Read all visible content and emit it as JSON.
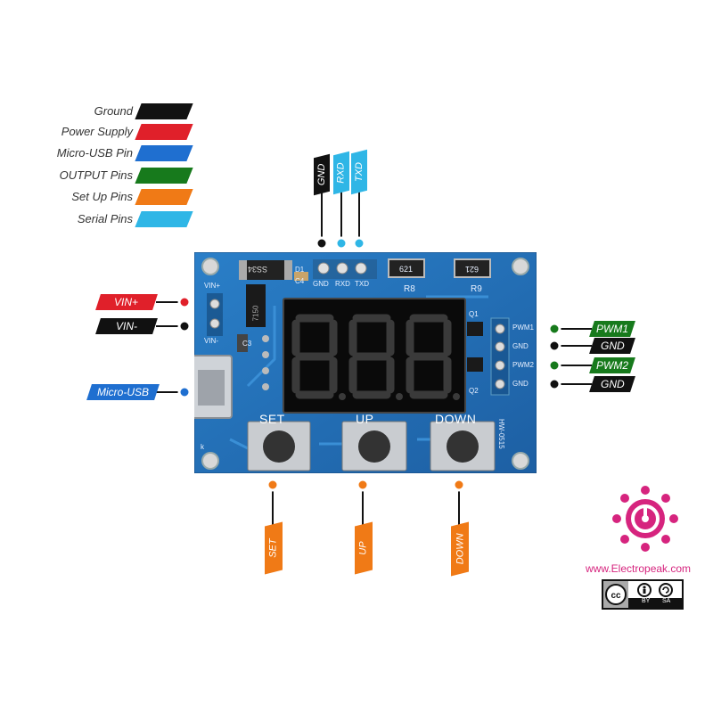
{
  "legend": [
    {
      "label": "Ground",
      "color": "#111111"
    },
    {
      "label": "Power Supply",
      "color": "#e0202a"
    },
    {
      "label": "Micro-USB Pin",
      "color": "#1f6fd0"
    },
    {
      "label": "OUTPUT Pins",
      "color": "#177a1c"
    },
    {
      "label": "Set Up Pins",
      "color": "#f07a16"
    },
    {
      "label": "Serial Pins",
      "color": "#2fb6e6"
    }
  ],
  "top_pins": {
    "gnd": "GND",
    "rxd": "RXD",
    "txd": "TXD"
  },
  "left_pins": {
    "vin_plus": "VIN+",
    "vin_minus": "VIN-",
    "usb": "Micro-USB"
  },
  "right_pins": {
    "pwm1": "PWM1",
    "gnd1": "GND",
    "pwm2": "PWM2",
    "gnd2": "GND"
  },
  "bottom_pins": {
    "set": "SET",
    "up": "UP",
    "down": "DOWN"
  },
  "board": {
    "buttons": {
      "set": "SET",
      "up": "UP",
      "down": "DOWN"
    },
    "silk": {
      "vin_plus": "VIN+",
      "vin_minus": "VIN-",
      "d1": "D1",
      "c4": "C4",
      "c3": "C3",
      "gnd": "GND",
      "rxd": "RXD",
      "txd": "TXD",
      "r8": "R8",
      "r9": "R9",
      "q1": "Q1",
      "q2": "Q2",
      "pwm1": "PWM1",
      "gnd1": "GND",
      "pwm2": "PWM2",
      "gnd2": "GND",
      "model": "HW-0515",
      "k": "k",
      "res_r8": "621",
      "res_r9": "621",
      "diode": "SS34",
      "ic": "7150"
    }
  },
  "brand": {
    "url": "www.Electropeak.com",
    "cc_by": "BY",
    "cc_sa": "SA"
  }
}
